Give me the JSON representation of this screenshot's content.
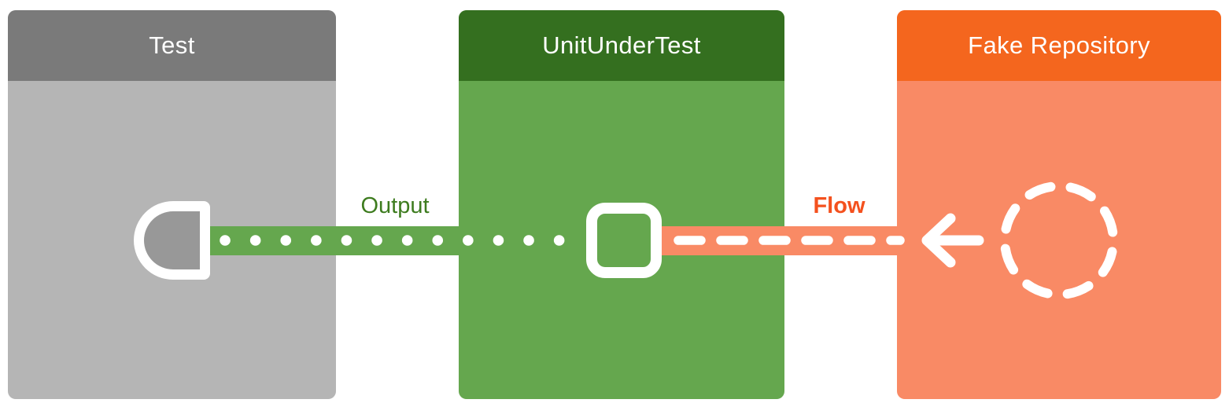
{
  "colors": {
    "gray-header": "#7A7A7A",
    "gray-body": "#B5B5B5",
    "gray-inner": "#989898",
    "green-header": "#346F1F",
    "green-body": "#65A74E",
    "orange-header": "#F4661E",
    "orange-body": "#F98A65",
    "output-label": "#3E7C1F",
    "flow-label": "#F4511E",
    "connector-stroke": "#FFFFFF"
  },
  "diagram": {
    "boxes": [
      {
        "id": "test",
        "title": "Test"
      },
      {
        "id": "unit-under-test",
        "title": "UnitUnderTest"
      },
      {
        "id": "fake-repository",
        "title": "Fake Repository"
      }
    ],
    "connectors": [
      {
        "id": "output",
        "label": "Output",
        "style": "dotted",
        "direction": "unit-under-test-to-test"
      },
      {
        "id": "flow",
        "label": "Flow",
        "style": "dashed",
        "direction": "fake-repository-to-unit-under-test"
      }
    ],
    "icons": [
      {
        "name": "sink-socket-icon",
        "located_in": "test"
      },
      {
        "name": "unit-square-icon",
        "located_in": "unit-under-test"
      },
      {
        "name": "left-arrow-icon",
        "located_in": "flow-connector"
      },
      {
        "name": "dashed-circle-stream-icon",
        "located_in": "fake-repository"
      }
    ]
  }
}
